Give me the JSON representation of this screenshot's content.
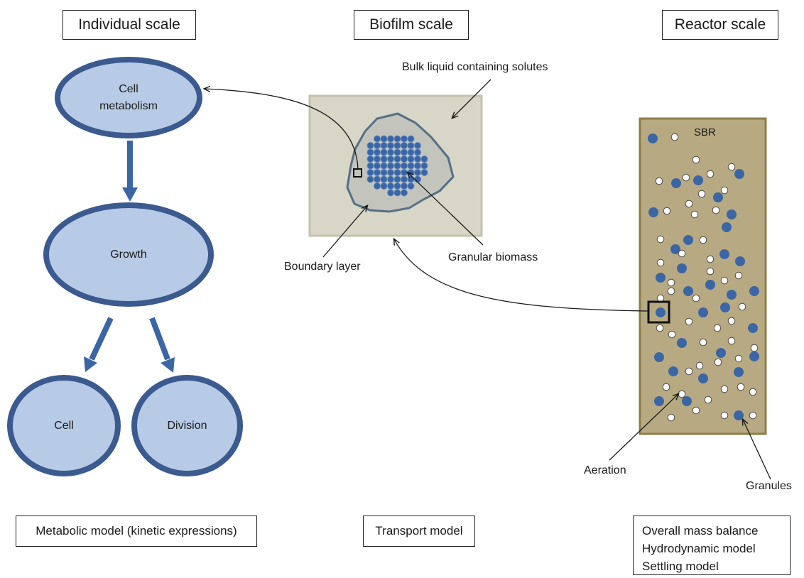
{
  "scales": {
    "individual": "Individual scale",
    "biofilm": "Biofilm scale",
    "reactor": "Reactor scale"
  },
  "individual": {
    "node_metabolism_line1": "Cell",
    "node_metabolism_line2": "metabolism",
    "node_growth": "Growth",
    "node_cell": "Cell",
    "node_division": "Division"
  },
  "biofilm": {
    "bulk_liquid": "Bulk liquid containing solutes",
    "granular_biomass": "Granular biomass",
    "boundary_layer": "Boundary layer"
  },
  "reactor": {
    "sbr": "SBR",
    "aeration": "Aeration",
    "granules": "Granules"
  },
  "models": {
    "metabolic": "Metabolic model (kinetic expressions)",
    "transport": "Transport model",
    "overall_1": "Overall mass balance",
    "overall_2": "Hydrodynamic model",
    "overall_3": "Settling model"
  },
  "colors": {
    "node_fill": "#b8cbe6",
    "node_border": "#3b5a8f",
    "cell_blue": "#3b66a6",
    "panel_fill": "#d8d6c6",
    "reactor_fill": "#b7aa82"
  }
}
